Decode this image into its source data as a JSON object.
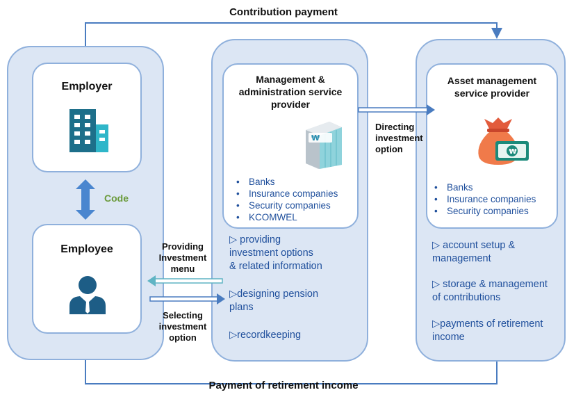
{
  "top_label": "Contribution payment",
  "bottom_label": "Payment of retirement income",
  "left_panel": {
    "employer": {
      "title": "Employer",
      "icon": "building-icon"
    },
    "code_label": "Code",
    "employee": {
      "title": "Employee",
      "icon": "person-icon"
    }
  },
  "middle_panel": {
    "title_lines": [
      "Management &",
      "administration service",
      "provider"
    ],
    "icon": "won-building-icon",
    "providers": [
      "Banks",
      "Insurance companies",
      "Security companies",
      "KCOMWEL"
    ],
    "services": [
      [
        "▷ providing",
        "investment options",
        "& related information"
      ],
      [
        "▷designing pension",
        "plans"
      ],
      [
        "▷recordkeeping"
      ]
    ]
  },
  "right_panel": {
    "title_lines": [
      "Asset management",
      "service provider"
    ],
    "icon": "money-bag-icon",
    "providers": [
      "Banks",
      "Insurance companies",
      "Security companies"
    ],
    "services": [
      [
        "▷ account setup &",
        "management"
      ],
      [
        "▷ storage & management",
        "of contributions"
      ],
      [
        "▷payments of retirement",
        "income"
      ]
    ]
  },
  "arrows": {
    "providing_menu": [
      "Providing",
      "Investment",
      "menu"
    ],
    "selecting_option": [
      "Selecting",
      "investment",
      "option"
    ],
    "directing_option": [
      "Directing",
      "investment",
      "option"
    ]
  },
  "colors": {
    "panel_fill": "#dce6f4",
    "panel_border": "#8fb0dc",
    "arrow_blue": "#5b8fd0",
    "text_blue": "#1f4f9c",
    "code_green": "#6a9a3a"
  }
}
